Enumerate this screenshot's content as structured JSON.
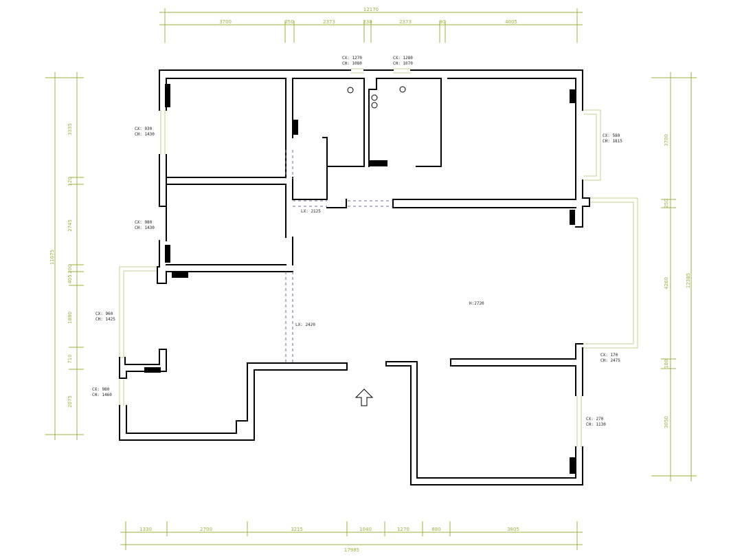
{
  "dimensions": {
    "top": {
      "total": "12170",
      "segments": [
        "3700",
        "250",
        "2373",
        "230",
        "2373",
        "90",
        "4005"
      ]
    },
    "bottom": {
      "total": "17985",
      "segments": [
        "1330",
        "2700",
        "3215",
        "1040",
        "1270",
        "880",
        "3805"
      ]
    },
    "left": {
      "total": "11075",
      "segments": [
        "3335",
        "120",
        "2745",
        "200",
        "405",
        "1880",
        "710",
        "2075"
      ]
    },
    "right": {
      "total": "12385",
      "segments": [
        "3700",
        "250",
        "4260",
        "180",
        "3050"
      ]
    }
  },
  "openings": [
    {
      "id": "w-top-left",
      "lines": [
        "CX: 1270",
        "CH: 1080"
      ]
    },
    {
      "id": "w-top-right",
      "lines": [
        "CX: 1280",
        "CH: 1070"
      ]
    },
    {
      "id": "w-bedroom-nw",
      "lines": [
        "CX: 930",
        "CH: 1430"
      ]
    },
    {
      "id": "w-bedroom-w",
      "lines": [
        "CX: 980",
        "CH: 1430"
      ]
    },
    {
      "id": "w-study-west",
      "lines": [
        "CX: 960",
        "CH: 1425"
      ]
    },
    {
      "id": "w-sw",
      "lines": [
        "CX: 980",
        "CH: 1460"
      ]
    },
    {
      "id": "w-master-east",
      "lines": [
        "CX: 580",
        "CH: 1815"
      ]
    },
    {
      "id": "w-living-east",
      "lines": [
        "CX: 170",
        "CH: 2475"
      ]
    },
    {
      "id": "w-se",
      "lines": [
        "CX: 270",
        "CH: 1130"
      ]
    }
  ],
  "room_labels": {
    "ceiling_height": "H:2720",
    "lx_upper": "LX: 2125",
    "lx_lower": "LX: 2420"
  },
  "entrance": {
    "icon": "up-arrow-icon"
  },
  "colors": {
    "wall": "#000000",
    "dimension": "#9ab23a",
    "window": "#c9cc8c"
  }
}
